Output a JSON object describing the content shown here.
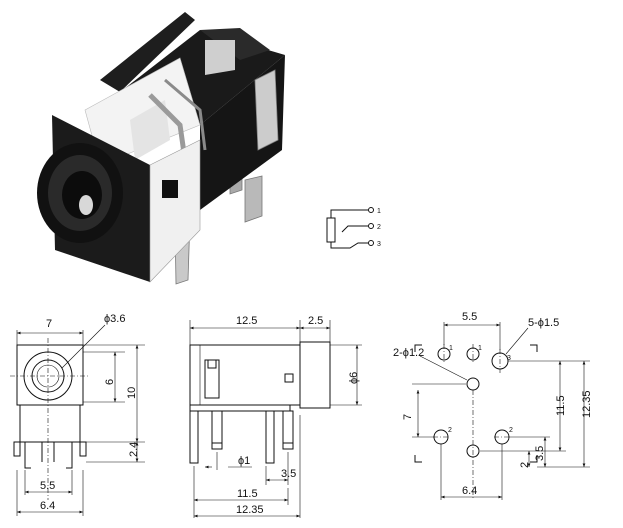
{
  "photo": {
    "alt": "3.5mm phone jack connector, black housing with metal pins",
    "colors": {
      "housing": "#1a1a1a",
      "metal": "#c9c9c9",
      "insert": "#f2f2f2"
    }
  },
  "schematic": {
    "pins": [
      "1",
      "2",
      "3"
    ]
  },
  "front_view": {
    "dims": {
      "width_top": "7",
      "diam": "ϕ3.6",
      "h6": "6",
      "h10": "10",
      "h24": "2.4",
      "w55": "5.5",
      "w64": "6.4"
    }
  },
  "side_view": {
    "dims": {
      "len": "12.5",
      "nose": "2.5",
      "diam": "ϕ6",
      "pin": "ϕ1",
      "d35": "3.5",
      "d115": "11.5",
      "d1235": "12.35"
    }
  },
  "footprint": {
    "dims": {
      "w55": "5.5",
      "hole5": "5-ϕ1.5",
      "hole2": "2-ϕ1.2",
      "v7": "7",
      "v115": "11.5",
      "v1235": "12.35",
      "v2": "2",
      "v35": "3.5",
      "w64": "6.4"
    },
    "pad_labels": {
      "p1": "1",
      "p2": "2",
      "p3": "3"
    }
  }
}
